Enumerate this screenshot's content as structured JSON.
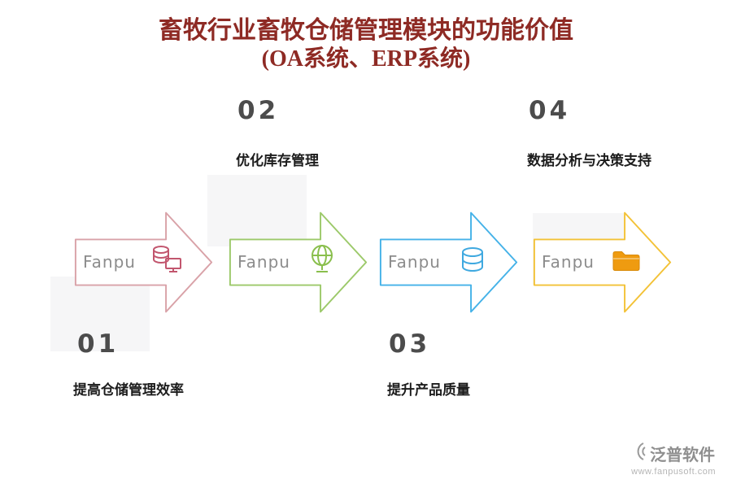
{
  "title": {
    "line1": "畜牧行业畜牧仓储管理模块的功能价值",
    "line2": "(OA系统、ERP系统)"
  },
  "steps": [
    {
      "number": "01",
      "label": "提高仓储管理效率",
      "brand": "Fanpu",
      "color": "#d9a2a8",
      "icon": "database-monitor-icon"
    },
    {
      "number": "02",
      "label": "优化库存管理",
      "brand": "Fanpu",
      "color": "#9cc96a",
      "icon": "globe-icon"
    },
    {
      "number": "03",
      "label": "提升产品质量",
      "brand": "Fanpu",
      "color": "#45b2e8",
      "icon": "database-icon"
    },
    {
      "number": "04",
      "label": "数据分析与决策支持",
      "brand": "Fanpu",
      "color": "#f3c237",
      "icon": "folder-icon"
    }
  ],
  "footer": {
    "logo_text": "泛普软件",
    "website": "www.fanpusoft.com"
  },
  "colors": {
    "title": "#8e2a24",
    "number": "#4c4c4c",
    "brand": "#8c8c8c",
    "icon_pink": "#c2566e",
    "icon_green": "#8abf4d",
    "icon_blue": "#3fa9e0",
    "icon_orange": "#ef9b10"
  }
}
